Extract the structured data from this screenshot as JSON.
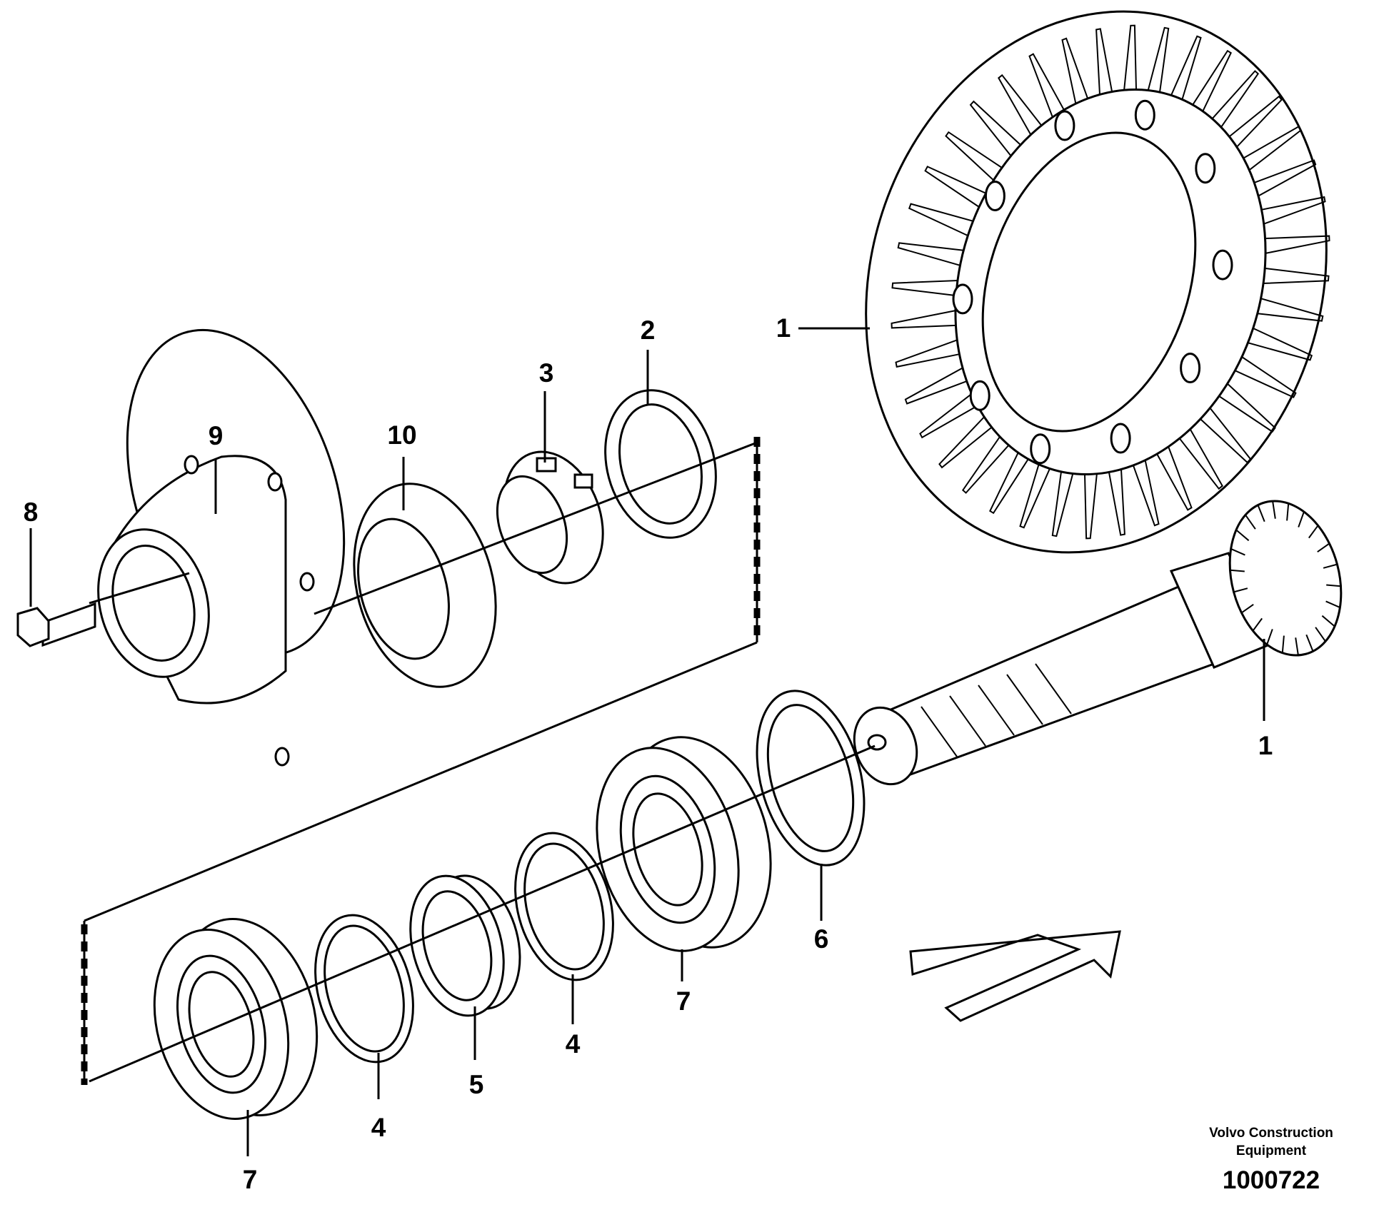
{
  "diagram": {
    "callouts": [
      {
        "id": "c-1-ring",
        "text": "1"
      },
      {
        "id": "c-1-pinion",
        "text": "1"
      },
      {
        "id": "c-2",
        "text": "2"
      },
      {
        "id": "c-3",
        "text": "3"
      },
      {
        "id": "c-4-left",
        "text": "4"
      },
      {
        "id": "c-4-mid",
        "text": "4"
      },
      {
        "id": "c-5",
        "text": "5"
      },
      {
        "id": "c-6",
        "text": "6"
      },
      {
        "id": "c-7-left",
        "text": "7"
      },
      {
        "id": "c-7-mid",
        "text": "7"
      },
      {
        "id": "c-8",
        "text": "8"
      },
      {
        "id": "c-9",
        "text": "9"
      },
      {
        "id": "c-10",
        "text": "10"
      }
    ],
    "credit_line1": "Volvo Construction",
    "credit_line2": "Equipment",
    "document_number": "1000722"
  }
}
